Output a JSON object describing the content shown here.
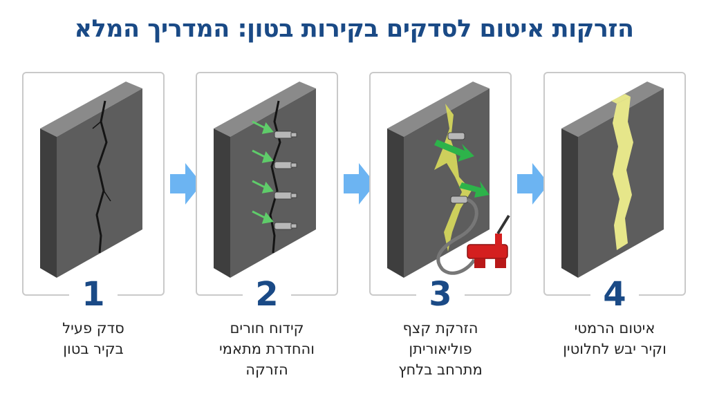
{
  "title": "הזרקות איטום לסדקים בקירות בטון: המדריך המלא",
  "steps": [
    {
      "number": "1",
      "line1": "סדק פעיל",
      "line2": "בקיר בטון",
      "line3": ""
    },
    {
      "number": "2",
      "line1": "קידוח חורים",
      "line2": "והחדרת מתאמי",
      "line3": "הזרקה"
    },
    {
      "number": "3",
      "line1": "הזרקת קצף",
      "line2": "פוליאוריתן",
      "line3": "מתרחב בלחץ"
    },
    {
      "number": "4",
      "line1": "איטום הרמטי",
      "line2": "וקיר יבש לחלוטין",
      "line3": ""
    }
  ],
  "colors": {
    "title": "#1a4a86",
    "flow_arrow": "#6cb4f2",
    "concrete": "#5c5c5c",
    "foam": "#e6e68a",
    "pump": "#d41f1f",
    "green_arrow": "#2db34a"
  },
  "icons": [
    "flow-arrow-icon",
    "injection-packer-icon",
    "hand-pump-icon"
  ]
}
